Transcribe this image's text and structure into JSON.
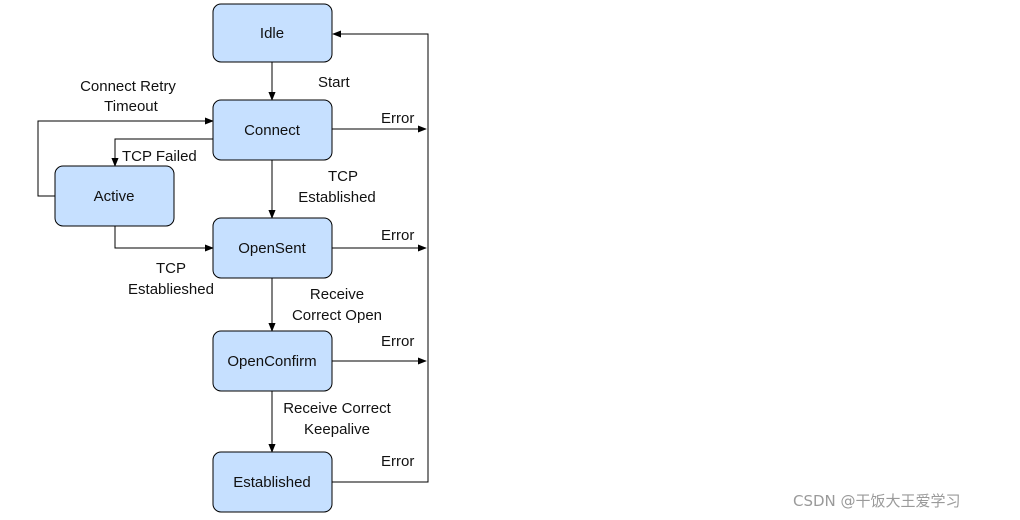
{
  "states": {
    "idle": "Idle",
    "connect": "Connect",
    "active": "Active",
    "opensent": "OpenSent",
    "openconfirm": "OpenConfirm",
    "established": "Established"
  },
  "transitions": {
    "start": "Start",
    "connect_retry_line1": "Connect Retry",
    "connect_retry_line2": "Timeout",
    "tcp_failed": "TCP Failed",
    "tcp_established_line1": "TCP",
    "tcp_established_line2": "Established",
    "tcp_estabileshed_line1": "TCP",
    "tcp_estabileshed_line2": "Establieshed",
    "receive_open_line1": "Receive",
    "receive_open_line2": "Correct Open",
    "receive_keepalive_line1": "Receive Correct",
    "receive_keepalive_line2": "Keepalive",
    "error_connect": "Error",
    "error_opensent": "Error",
    "error_openconfirm": "Error",
    "error_established": "Error"
  },
  "watermark": "CSDN @干饭大王爱学习",
  "colors": {
    "state_fill": "#c6e0ff",
    "stroke": "#000000",
    "watermark": "#9a9a9a"
  }
}
